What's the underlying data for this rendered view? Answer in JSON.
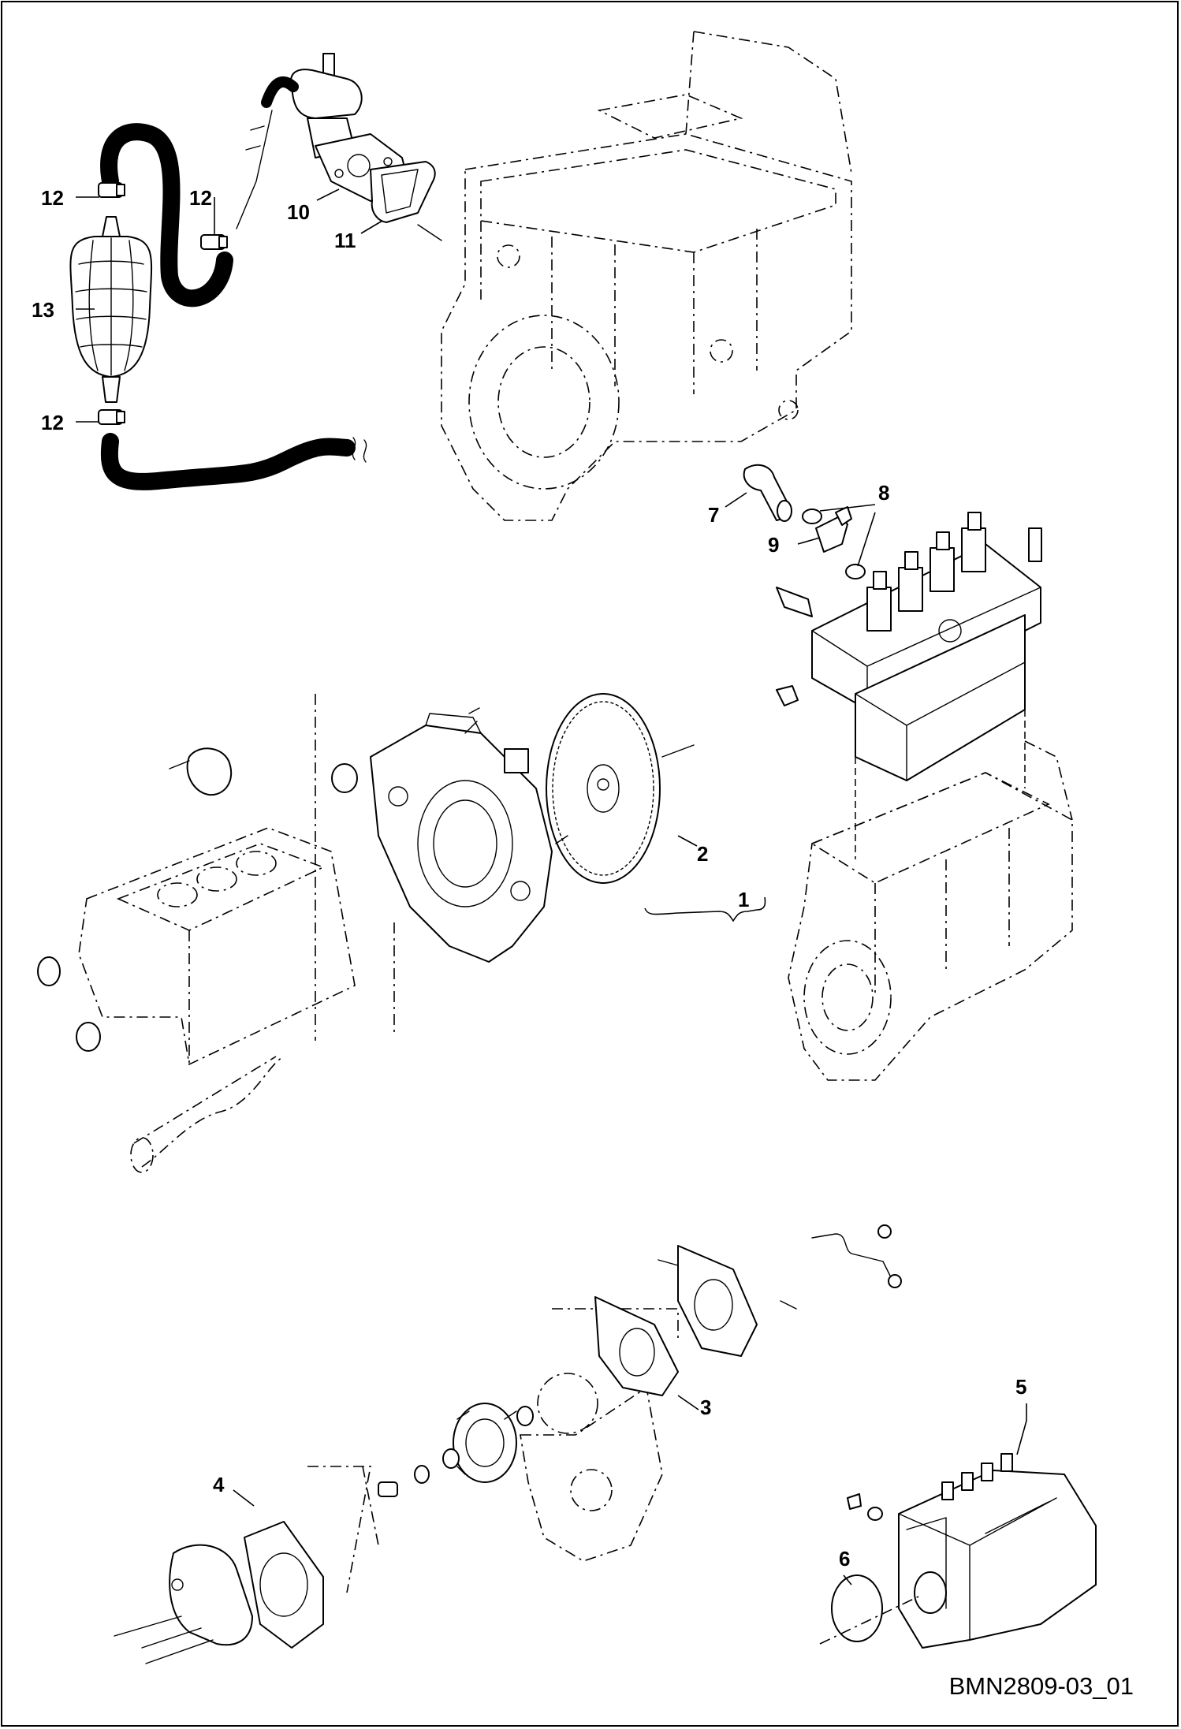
{
  "drawing_code": "BMN2809-03_01",
  "callouts": {
    "c1": "1",
    "c2": "2",
    "c3": "3",
    "c4": "4",
    "c5": "5",
    "c6": "6",
    "c7": "7",
    "c8": "8",
    "c9": "9",
    "c10": "10",
    "c11": "11",
    "c12a": "12",
    "c12b": "12",
    "c12c": "12",
    "c13": "13"
  }
}
